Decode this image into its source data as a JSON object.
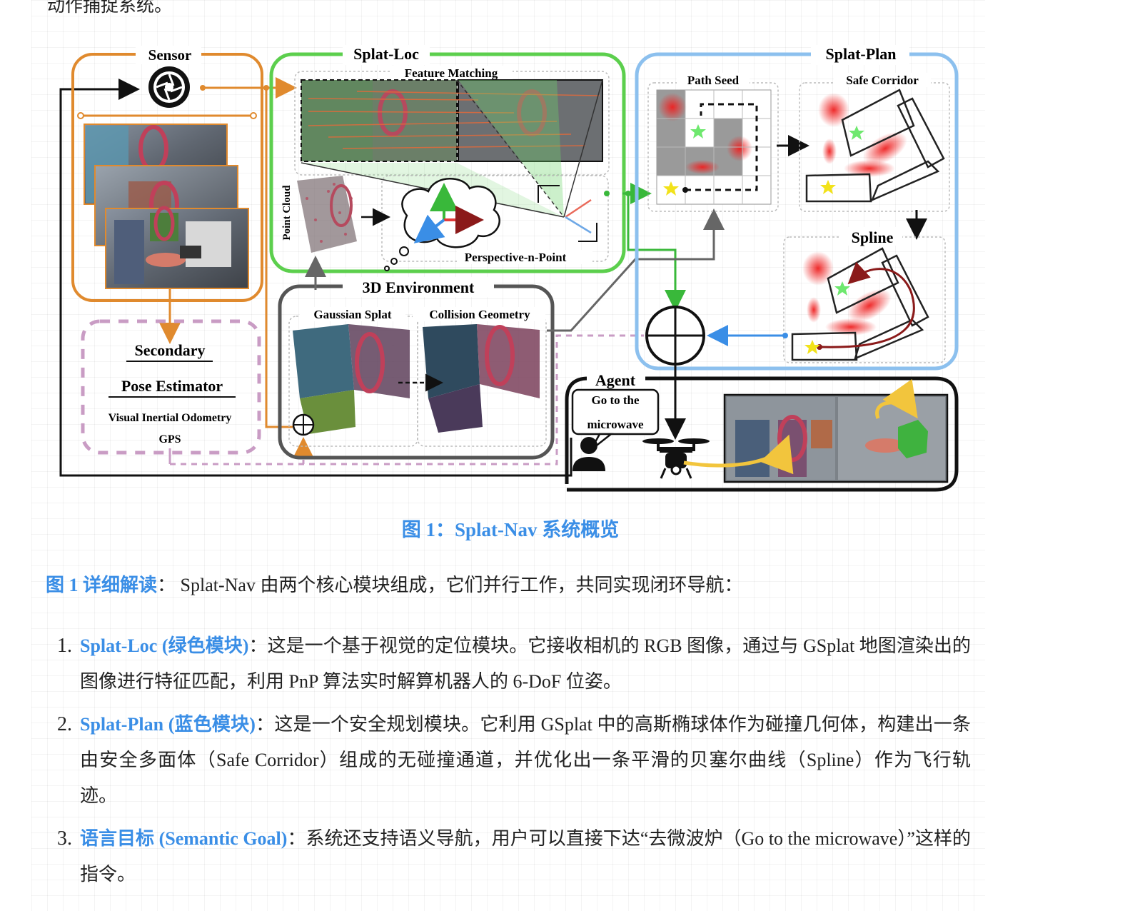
{
  "page": {
    "prev_text": "动作捕捉系统。",
    "caption": "图 1：Splat-Nav 系统概览",
    "intro_label": "图 1 详细解读",
    "intro_colon": "：",
    "intro_text": " Splat-Nav 由两个核心模块组成，它们并行工作，共同实现闭环导航：",
    "items": [
      {
        "num": "1.",
        "label": "Splat-Loc (绿色模块)",
        "text": "：这是一个基于视觉的定位模块。它接收相机的 RGB 图像，通过与 GSplat 地图渲染出的图像进行特征匹配，利用 PnP 算法实时解算机器人的 6-DoF 位姿。"
      },
      {
        "num": "2.",
        "label": "Splat-Plan (蓝色模块)",
        "text": "：这是一个安全规划模块。它利用 GSplat 中的高斯椭球体作为碰撞几何体，构建出一条由安全多面体（Safe Corridor）组成的无碰撞通道，并优化出一条平滑的贝塞尔曲线（Spline）作为飞行轨迹。"
      },
      {
        "num": "3.",
        "label": "语言目标 (Semantic Goal)",
        "text": "：系统还支持语义导航，用户可以直接下达“去微波炉（Go to the microwave）”这样的指令。"
      }
    ]
  },
  "figure": {
    "sensor": "Sensor",
    "splat_loc": "Splat-Loc",
    "feature_matching": "Feature Matching",
    "point_cloud": "Point Cloud",
    "pnp": "Perspective-n-Point",
    "splat_plan": "Splat-Plan",
    "path_seed": "Path Seed",
    "safe_corridor": "Safe Corridor",
    "spline": "Spline",
    "env_3d": "3D Environment",
    "gaussian_splat": "Gaussian Splat",
    "collision_geometry": "Collision Geometry",
    "secondary_1": "Secondary",
    "secondary_2": "Pose Estimator",
    "vio": "Visual Inertial Odometry",
    "gps": "GPS",
    "agent": "Agent",
    "goal_1": "Go to the",
    "goal_2": "microwave"
  },
  "colors": {
    "accent_blue": "#3a8ee6",
    "sensor_orange": "#e08a2e",
    "loc_green": "#5ccf4d",
    "plan_blue": "#8cc0ee",
    "secondary_pink": "#c99cc4",
    "env_gray": "#555555"
  }
}
